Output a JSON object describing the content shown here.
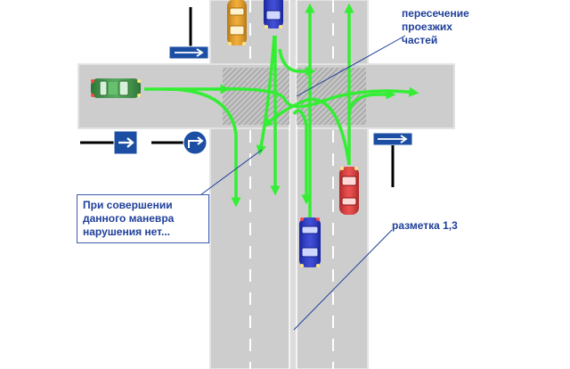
{
  "labels": {
    "intersection": "пересечение\nпроезжих\nчастей",
    "maneuver_note": "При совершении\nданного маневра\nнарушения нет...",
    "marking": "разметка 1,3"
  },
  "colors": {
    "road": "#cdcdcd",
    "road_edge": "#e6e6e6",
    "marking": "#ffffff",
    "crossing_hatch": "#a8a8a8",
    "arrow": "#33ee33",
    "sign_blue": "#1c4fa3",
    "label_text": "#1f3f9a",
    "leader_line": "#1f3f9a",
    "car_green": "#3a9a45",
    "car_orange": "#f0a018",
    "car_blue": "#1f2fd0",
    "car_red": "#e83232"
  },
  "signs": [
    {
      "name": "one-way-right-sign-top-left",
      "icon": "arrow-right"
    },
    {
      "name": "one-way-right-sign-left",
      "icon": "arrow-right"
    },
    {
      "name": "exit-to-one-way-road-sign",
      "icon": "right-turn-arrow"
    },
    {
      "name": "one-way-right-sign-right",
      "icon": "arrow-right"
    }
  ],
  "cars": [
    {
      "name": "green-car",
      "color": "green",
      "heading": "east"
    },
    {
      "name": "orange-car",
      "color": "orange",
      "heading": "south"
    },
    {
      "name": "blue-car-top",
      "color": "blue",
      "heading": "south"
    },
    {
      "name": "red-car",
      "color": "red",
      "heading": "north"
    },
    {
      "name": "blue-car-bottom",
      "color": "blue",
      "heading": "south"
    }
  ]
}
